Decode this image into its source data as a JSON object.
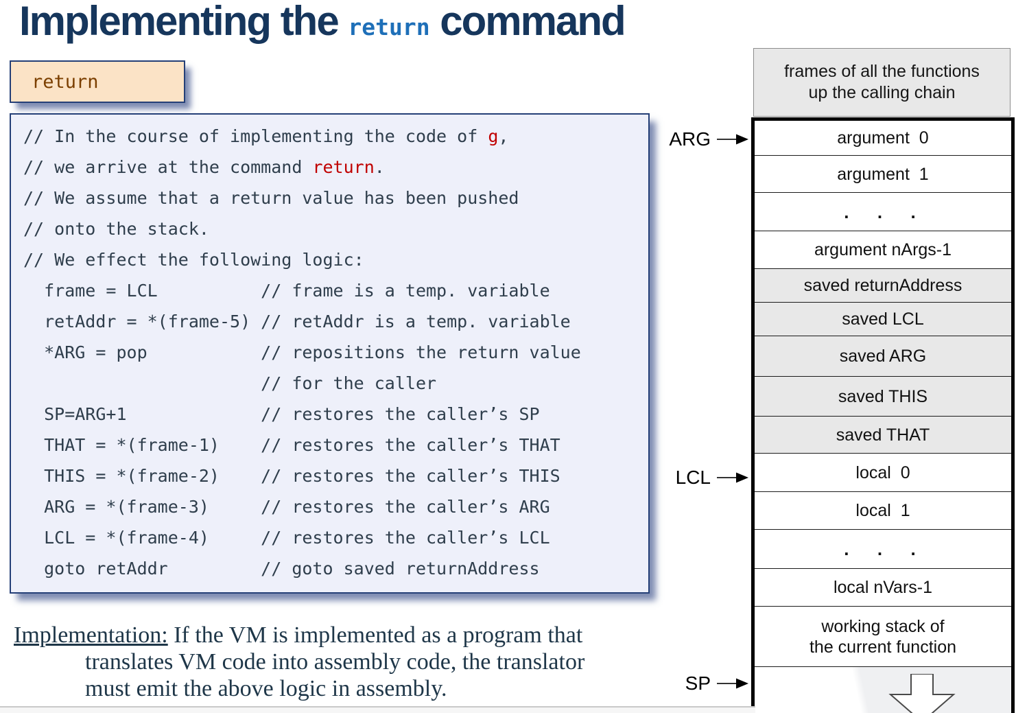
{
  "title": {
    "prefix": "Implementing the ",
    "code": "return",
    "suffix": " command"
  },
  "return_tag": {
    "label": "return"
  },
  "code_block": {
    "lines": [
      [
        {
          "t": "// In the course of implementing the code of "
        },
        {
          "t": "g",
          "c": "red"
        },
        {
          "t": ","
        }
      ],
      [
        {
          "t": "// we arrive at the command "
        },
        {
          "t": "return",
          "c": "red"
        },
        {
          "t": "."
        }
      ],
      [
        {
          "t": "// We assume that a return value has been pushed"
        }
      ],
      [
        {
          "t": "// onto the stack."
        }
      ],
      [
        {
          "t": "// We effect the following logic:"
        }
      ],
      [
        {
          "t": "  frame = LCL          // frame is a temp. variable"
        }
      ],
      [
        {
          "t": "  retAddr = *(frame-5) // retAddr is a temp. variable"
        }
      ],
      [
        {
          "t": "  *ARG = pop           // repositions the return value"
        }
      ],
      [
        {
          "t": "                       // for the caller"
        }
      ],
      [
        {
          "t": "  SP=ARG+1             // restores the caller’s SP"
        }
      ],
      [
        {
          "t": "  THAT = *(frame-1)    // restores the caller’s THAT"
        }
      ],
      [
        {
          "t": "  THIS = *(frame-2)    // restores the caller’s THIS"
        }
      ],
      [
        {
          "t": "  ARG = *(frame-3)     // restores the caller’s ARG"
        }
      ],
      [
        {
          "t": "  LCL = *(frame-4)     // restores the caller’s LCL"
        }
      ],
      [
        {
          "t": "  goto retAddr         // goto saved returnAddress"
        }
      ]
    ]
  },
  "implementation": {
    "lead": "Implementation:",
    "line1_rest": " If the VM is implemented as a program that",
    "line2": "translates VM code into assembly code, the translator",
    "line3": "must emit the above logic in assembly."
  },
  "diagram": {
    "header": "frames of all the functions\nup the calling chain",
    "rows": [
      {
        "label": "argument  0",
        "shaded": false
      },
      {
        "label": "argument  1",
        "shaded": false
      },
      {
        "label": ".  .  .",
        "shaded": false,
        "dots": true
      },
      {
        "label": "argument nArgs-1",
        "shaded": false
      },
      {
        "label": "saved returnAddress",
        "shaded": true
      },
      {
        "label": "saved LCL",
        "shaded": true
      },
      {
        "label": "saved ARG",
        "shaded": true
      },
      {
        "label": "saved THIS",
        "shaded": true
      },
      {
        "label": "saved THAT",
        "shaded": true
      },
      {
        "label": "local  0",
        "shaded": false
      },
      {
        "label": "local  1",
        "shaded": false
      },
      {
        "label": ".  .  .",
        "shaded": false,
        "dots": true
      },
      {
        "label": "local nVars-1",
        "shaded": false
      },
      {
        "label": "working stack of\nthe current function",
        "shaded": false
      },
      {
        "label": "",
        "shaded": false,
        "arrow": true
      }
    ],
    "pointers": {
      "arg": "ARG",
      "lcl": "LCL",
      "sp": "SP"
    }
  },
  "colors": {
    "title_text": "#16365C",
    "title_code_blue": "#1E6FB8",
    "tag_bg": "#FBE3C6",
    "tag_text": "#7B3F00",
    "panel_border": "#243F77",
    "code_bg": "#EEF0FA",
    "code_text": "#2F3E4C",
    "code_highlight_red": "#C00000",
    "shaded_row_gray": "#E8E8E8",
    "diagram_border": "#000000",
    "impl_text": "#1E3648"
  }
}
